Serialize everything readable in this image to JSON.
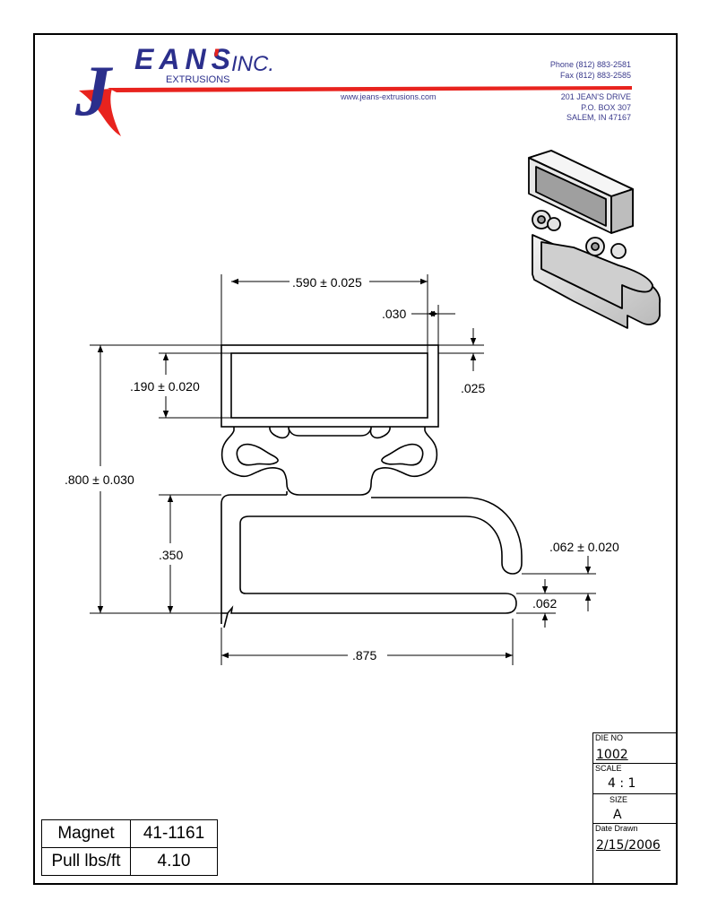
{
  "company": {
    "logo_letter": "J",
    "name": "EANS",
    "apostrophe": "'",
    "inc": "INC.",
    "division": "EXTRUSIONS",
    "website": "www.jeans-extrusions.com",
    "phone": "Phone (812) 883-2581",
    "fax": "Fax (812) 883-2585",
    "address_line1": "201 JEAN'S DRIVE",
    "address_line2": "P.O. BOX 307",
    "address_line3": "SALEM, IN 47167",
    "colors": {
      "red": "#e8231e",
      "blue": "#2b2f8c"
    }
  },
  "dimensions": {
    "width_top": ".590 ± 0.025",
    "wall": ".030",
    "inner_height": ".190 ± 0.020",
    "top_offset": ".025",
    "overall_height": ".800 ± 0.030",
    "lower_height": ".350",
    "bulb_offset": ".062 ± 0.020",
    "lip": ".062",
    "base_width": ".875"
  },
  "title_block": {
    "die_no_label": "DIE NO",
    "die_no": "1002",
    "scale_label": "SCALE",
    "scale": "4 : 1",
    "size_label": "SIZE",
    "size": "A",
    "date_label": "Date Drawn",
    "date": "2/15/2006"
  },
  "magnet_table": {
    "row1_label": "Magnet",
    "row1_value": "41-1161",
    "row2_label": "Pull lbs/ft",
    "row2_value": "4.10"
  }
}
